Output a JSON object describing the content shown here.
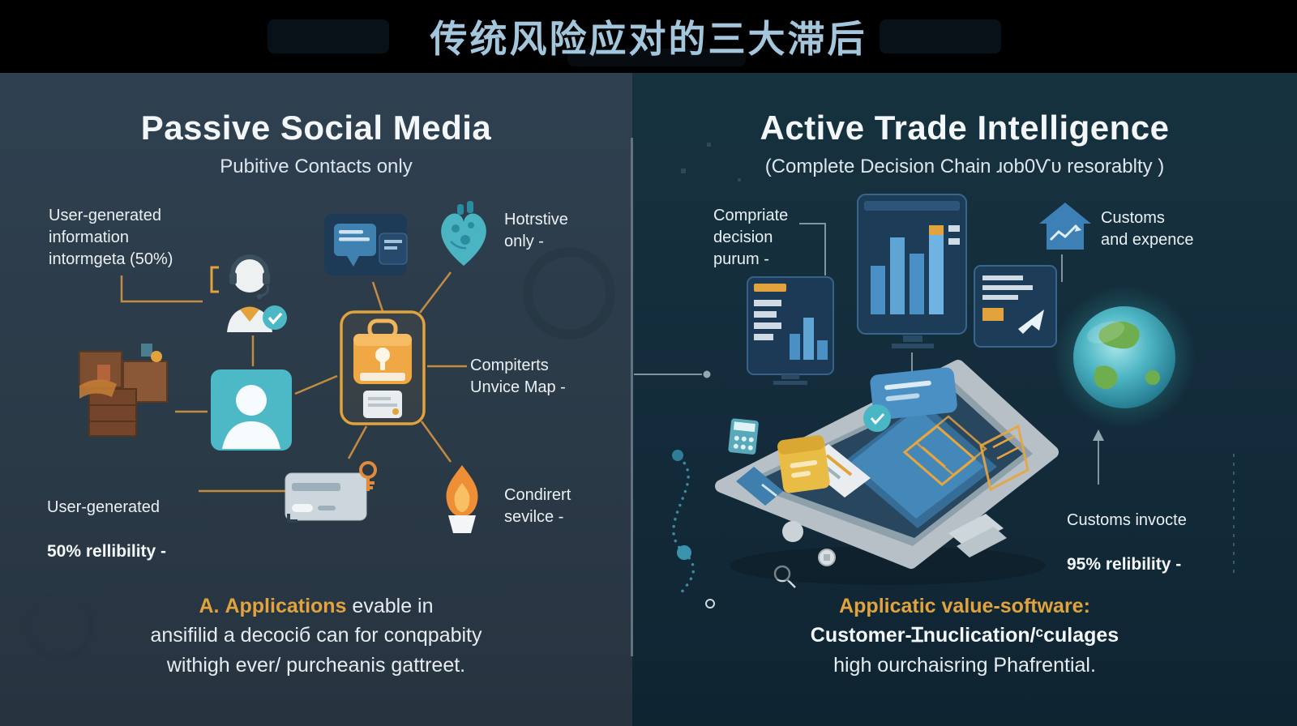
{
  "header": {
    "title": "传统风险应对的三大滞后"
  },
  "left": {
    "title": "Passive Social Media",
    "subtitle": "Pubitive Contacts only",
    "labels": {
      "user_info": "User-generated\ninformation\nintormgeta (50%)",
      "hotrstive": "Hotrstive\nonly -",
      "compiterts": "Compiterts\nUnvice Map -",
      "user_rel_line1": "User-generated",
      "user_rel_line2": "50% rellibility -",
      "condirert": "Condirert\nsevilce -"
    },
    "caption": {
      "lead": "A.",
      "highlight": "Applications",
      "line1_rest": "evable in",
      "line2": "ansifilid a decociб can for conqpabity",
      "line3": "withigh ever/ purcheanis gattreet."
    }
  },
  "right": {
    "title": "Active Trade Intelligence",
    "subtitle": "(Complete Decision Chain ɹob0Ѵᴜ resorablty )",
    "labels": {
      "compriate": "Compriate\ndecision\npurum -",
      "customs_top": "Customs\nand expence",
      "customs_inv_line1": "Customs invocte",
      "customs_inv_line2": "95% relibility -"
    },
    "caption": {
      "line1": "Applicatic value-software:",
      "line2": "Customer-Ɪnuclication/ᶜculages",
      "line3": "high ourchaisring Phafrential."
    }
  },
  "icons": {
    "left": [
      "support-agent-icon",
      "chat-message-icon",
      "heart-icon",
      "briefcase-lock-icon",
      "cargo-boxes-icon",
      "user-avatar-icon",
      "credit-card-key-icon",
      "flame-icon"
    ],
    "right": [
      "dashboard-monitor-icon",
      "analytics-monitor-icon",
      "document-monitor-icon",
      "house-chart-icon",
      "globe-icon",
      "tablet-illustration",
      "dotted-route-icon"
    ]
  },
  "colors": {
    "accent_orange": "#e2a23c",
    "teal": "#4cb7c5",
    "header_title": "#a3c6dc",
    "panel_left_bg": "#2b3a47",
    "panel_right_bg": "#132b3a",
    "connector_left": "#d39540",
    "connector_right": "#93a7b3"
  }
}
